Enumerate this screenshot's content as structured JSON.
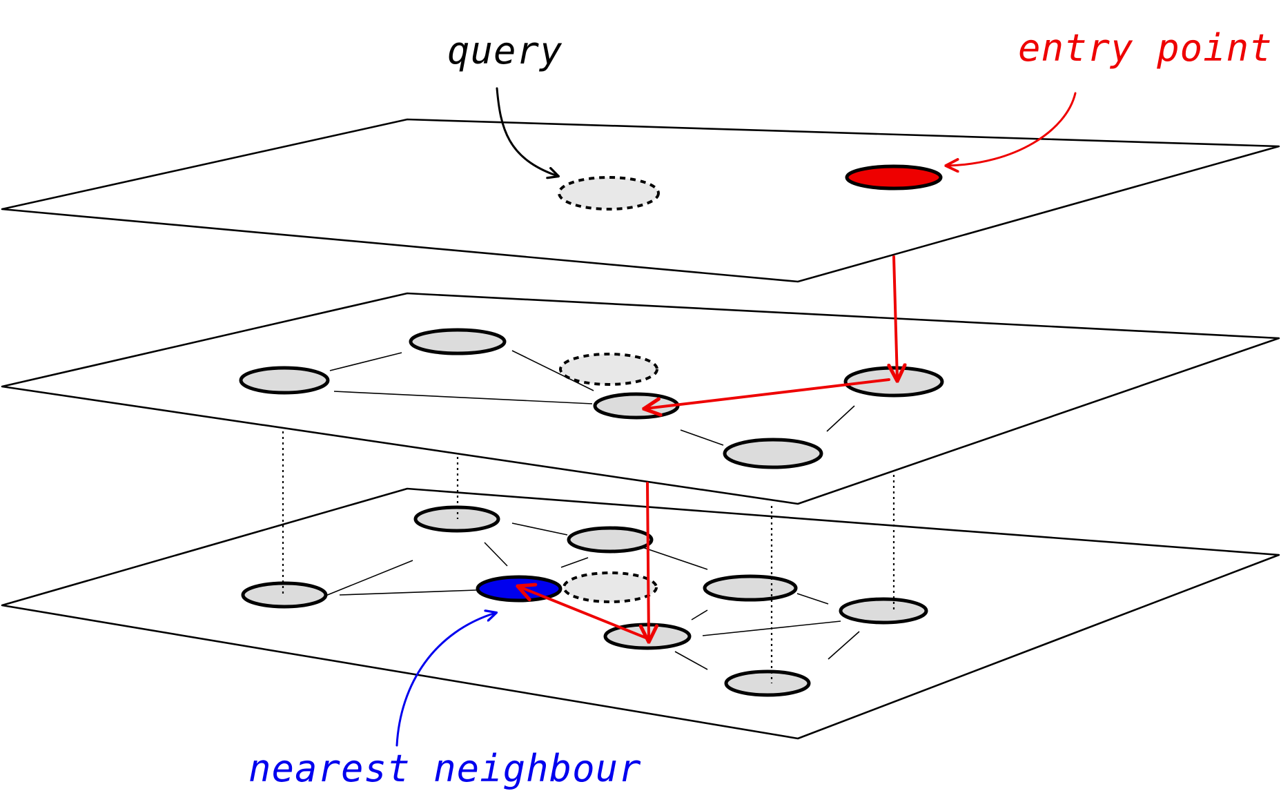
{
  "labels": {
    "query": "query",
    "entry_point": "entry point",
    "nearest_neighbour": "nearest neighbour"
  },
  "colors": {
    "query_label": "#000000",
    "entry_point": "#ee0000",
    "nearest_neighbour": "#0000ee",
    "node_fill": "#dcdcdc",
    "search_path": "#ee0000"
  },
  "layers": [
    {
      "level": 2,
      "nodes": [
        "entry point"
      ]
    },
    {
      "level": 1,
      "nodes": 6
    },
    {
      "level": 0,
      "nodes": 9
    }
  ]
}
